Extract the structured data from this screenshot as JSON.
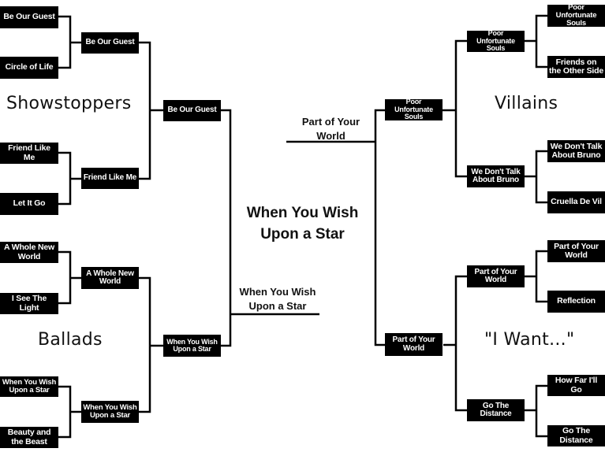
{
  "categories": {
    "showstoppers": "Showstoppers",
    "villains": "Villains",
    "ballads": "Ballads",
    "i_want": "\"I Want...\""
  },
  "champion": "When You Wish Upon a Star",
  "finalists": {
    "left": "When You Wish Upon a Star",
    "right": "Part of Your World"
  },
  "left": {
    "round1": [
      "Be Our Guest",
      "Circle of Life",
      "Friend Like Me",
      "Let It Go",
      "A Whole New World",
      "I See The Light",
      "When You Wish Upon a Star",
      "Beauty and the Beast"
    ],
    "round2": [
      "Be Our Guest",
      "Friend Like Me",
      "A Whole New World",
      "When You Wish Upon a Star"
    ],
    "round3": [
      "Be Our Guest",
      "When You Wish Upon a Star"
    ]
  },
  "right": {
    "round1": [
      "Poor Unfortunate Souls",
      "Friends on the Other Side",
      "We Don't Talk About Bruno",
      "Cruella De Vil",
      "Part of Your World",
      "Reflection",
      "How Far I'll Go",
      "Go The Distance"
    ],
    "round2": [
      "Poor Unfortunate Souls",
      "We Don't Talk About Bruno",
      "Part of Your World",
      "Go The Distance"
    ],
    "round3": [
      "Poor Unfortunate Souls",
      "Part of Your World"
    ]
  }
}
